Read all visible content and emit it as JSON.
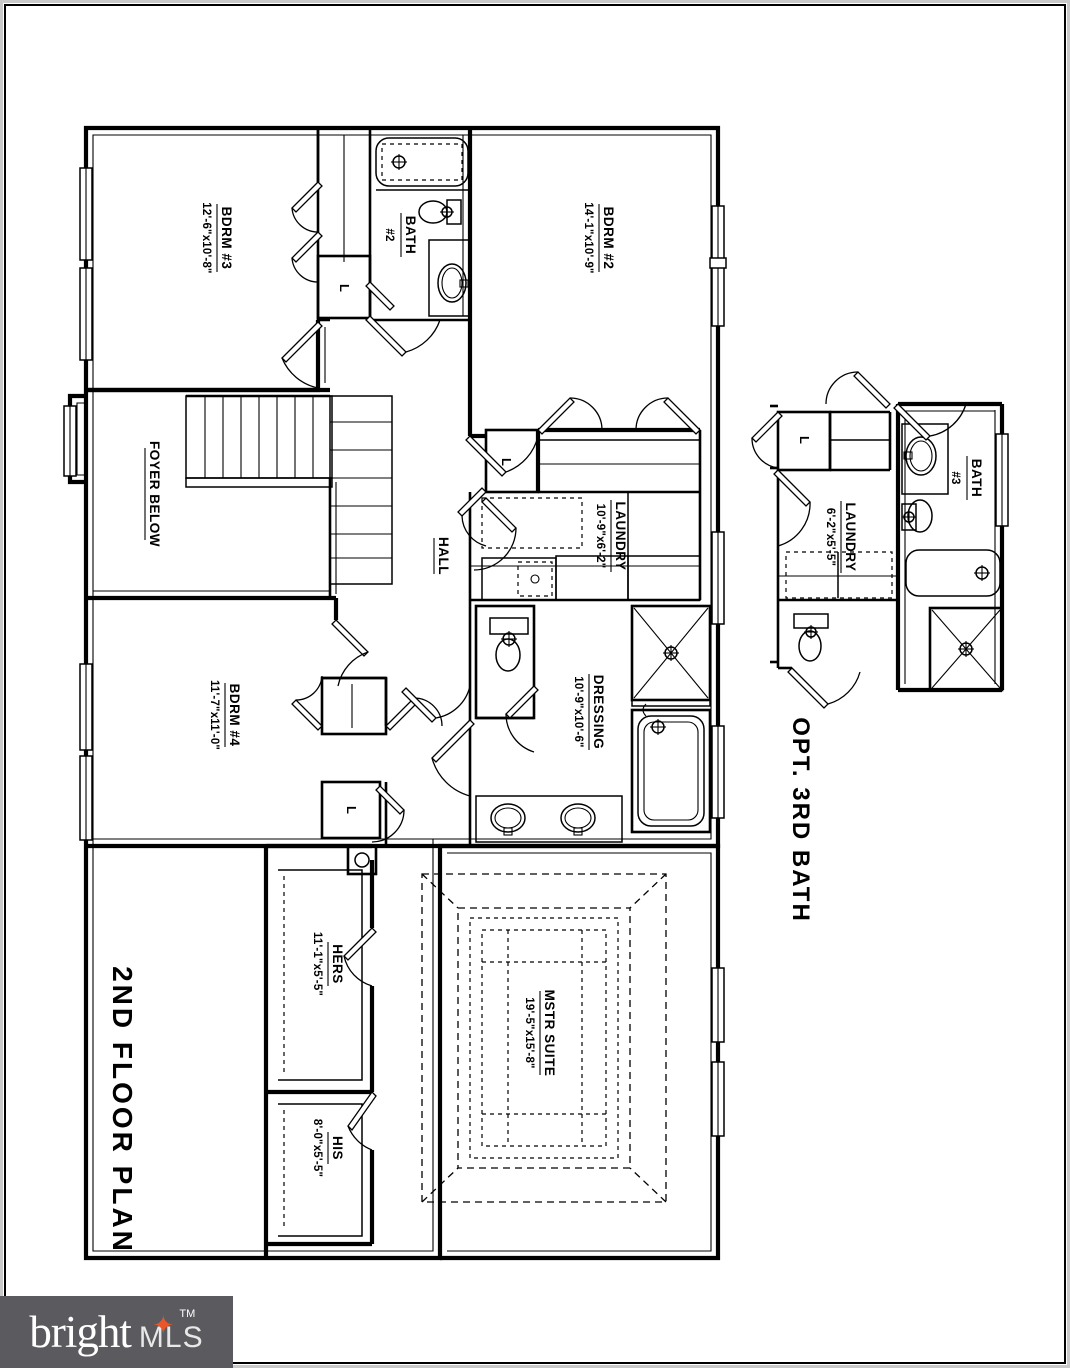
{
  "document": {
    "type": "architectural-floor-plan",
    "main_title": "2ND FLOOR PLAN",
    "option_title": "OPT. 3RD BATH"
  },
  "rooms": [
    {
      "id": "bdrm3",
      "name": "BDRM  #3",
      "dim": "12'-6\"x10'-8\""
    },
    {
      "id": "bath2",
      "name": "BATH",
      "dim": "#2"
    },
    {
      "id": "bdrm2",
      "name": "BDRM  #2",
      "dim": "14'-1\"x10'-9\""
    },
    {
      "id": "foyer",
      "name": "FOYER BELOW",
      "dim": ""
    },
    {
      "id": "hall",
      "name": "HALL",
      "dim": ""
    },
    {
      "id": "laundry",
      "name": "LAUNDRY",
      "dim": "10'-9\"x6'-2\""
    },
    {
      "id": "bdrm4",
      "name": "BDRM  #4",
      "dim": "11'-7\"x11'-0\""
    },
    {
      "id": "dressing",
      "name": "DRESSING",
      "dim": "10'-9\"x10'-6\""
    },
    {
      "id": "hers",
      "name": "HERS",
      "dim": "11'-1\"x5'-5\""
    },
    {
      "id": "his",
      "name": "HIS",
      "dim": "8'-0\"x5'-5\""
    },
    {
      "id": "mstr",
      "name": "MSTR SUITE",
      "dim": "19'-5\"x15'-8\""
    }
  ],
  "option_rooms": [
    {
      "id": "opt_laundry",
      "name": "LAUNDRY",
      "dim": "6'-2\"x5'-5\""
    },
    {
      "id": "opt_bath3",
      "name": "BATH",
      "dim": "#3"
    }
  ],
  "closet_marks": [
    {
      "id": "linen-1",
      "label": "L"
    },
    {
      "id": "linen-2",
      "label": "L"
    },
    {
      "id": "linen-3",
      "label": "L"
    },
    {
      "id": "linen-4",
      "label": "L"
    }
  ],
  "watermark": {
    "brand": "bright",
    "suffix": "MLS",
    "tm": "TM",
    "star_glyph": "✦",
    "bg_color": "#5b5b5f",
    "accent_color": "#e8562a"
  },
  "colors": {
    "ink": "#000000",
    "paper": "#ffffff",
    "frame": "#c9c9c9"
  }
}
